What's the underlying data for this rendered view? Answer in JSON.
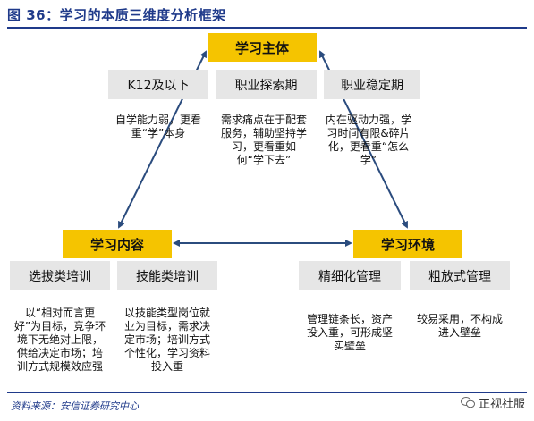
{
  "figure_title": "图 36：学习的本质三维度分析框架",
  "nodes": {
    "subject": {
      "label": "学习主体",
      "stages": [
        {
          "label": "K12及以下",
          "desc": "自学能力弱，更看重“学”本身"
        },
        {
          "label": "职业探索期",
          "desc": "需求痛点在于配套服务，辅助坚持学习，更看重如何“学下去”"
        },
        {
          "label": "职业稳定期",
          "desc": "内在驱动力强，学习时间有限&碎片化，更看重“怎么学”"
        }
      ]
    },
    "content": {
      "label": "学习内容",
      "types": [
        {
          "label": "选拔类培训",
          "desc": "以“相对而言更好”为目标，竞争环境下无绝对上限，供给决定市场；培训方式规模效应强"
        },
        {
          "label": "技能类培训",
          "desc": "以技能类型岗位就业为目标，需求决定市场；培训方式个性化，学习资料投入重"
        }
      ]
    },
    "environment": {
      "label": "学习环境",
      "types": [
        {
          "label": "精细化管理",
          "desc": "管理链条长，资产投入重，可形成坚实壁垒"
        },
        {
          "label": "粗放式管理",
          "desc": "较易采用，不构成进入壁垒"
        }
      ]
    }
  },
  "source": "资料来源：安信证券研究中心",
  "watermark": "正视社服",
  "colors": {
    "accent": "#f5c400",
    "frame": "#1f3a8a",
    "arrow": "#2b4c7e",
    "stage_bg": "#e6e6e6"
  }
}
